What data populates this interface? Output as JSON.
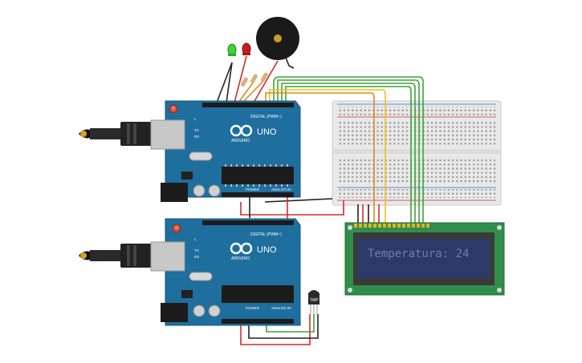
{
  "arduino_top": {
    "brand": "ARDUINO",
    "model": "UNO",
    "digital_header": "DIGITAL (PWM~)",
    "power_header": "POWER",
    "analog_header": "ANALOG IN",
    "led_tx": "TX",
    "led_rx": "RX",
    "led_l": "L"
  },
  "arduino_bottom": {
    "brand": "ARDUINO",
    "model": "UNO",
    "digital_header": "DIGITAL (PWM~)",
    "power_header": "POWER",
    "analog_header": "ANALOG IN",
    "led_tx": "TX",
    "led_rx": "RX",
    "led_l": "L"
  },
  "sensor": {
    "label": "TMP"
  },
  "lcd": {
    "text": "Temperatura: 24"
  },
  "colors": {
    "board": "#1e6e9e",
    "breadboard": "#e7e7e7",
    "lcd_pcb": "#2f8f4a",
    "lcd_screen": "#2b3a6a",
    "lcd_text": "#6f7ea6",
    "wire_green": "#3fa33a",
    "wire_red": "#d62a2a",
    "wire_orange": "#e08a1a",
    "wire_yellow": "#e8c51a",
    "wire_black": "#222222"
  }
}
